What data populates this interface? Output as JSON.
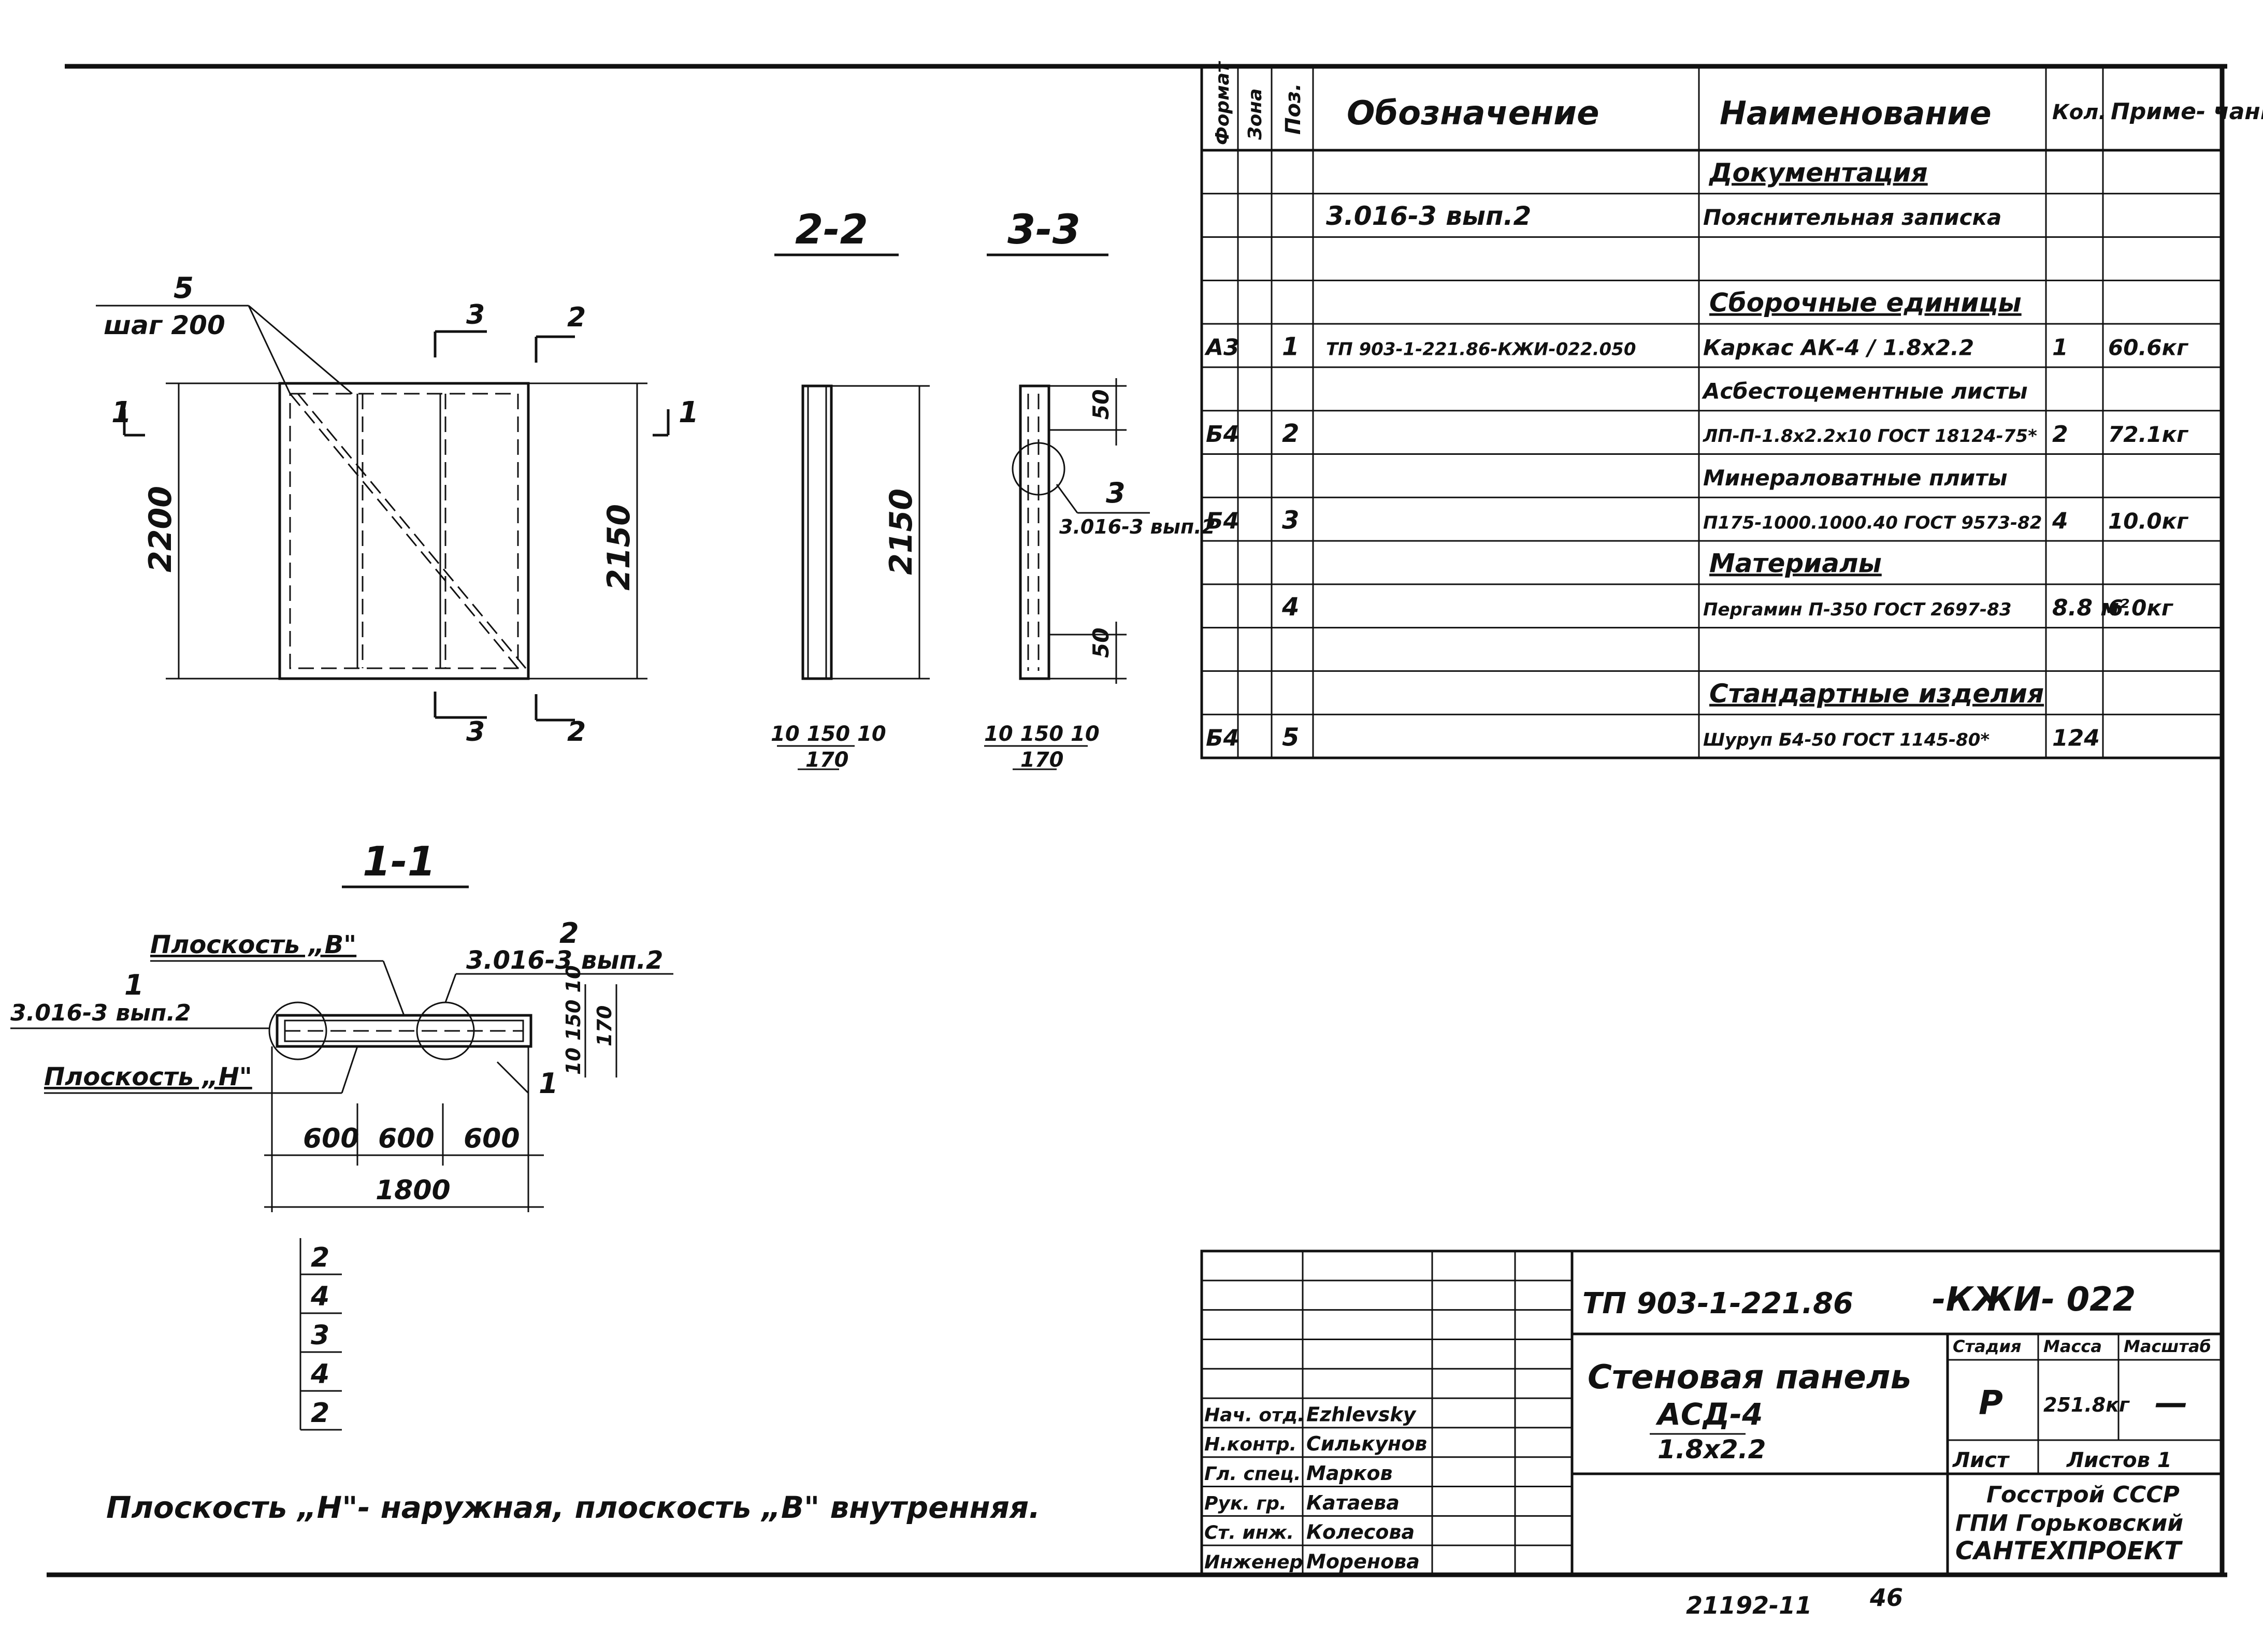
{
  "sections": {
    "s22": "2-2",
    "s33": "3-3",
    "s11": "1-1"
  },
  "panel_plan": {
    "pos_label": "5",
    "step_label": "шаг 200",
    "height_total": "2200",
    "height_inner": "2150",
    "cut_1": "1",
    "cut_2": "2",
    "cut_3": "3"
  },
  "section_22": {
    "height": "2150",
    "dims_bottom": "10 150 10",
    "total": "170"
  },
  "section_33": {
    "top_dim": "50",
    "bottom_dim": "50",
    "node_label": "3",
    "node_ref": "3.016-3 вып.2",
    "dims_bottom": "10 150 10",
    "total": "170"
  },
  "section_11": {
    "plane_b": "Плоскость „В\"",
    "plane_h": "Плоскость „Н\"",
    "node_left_num": "1",
    "node_left_ref": "3.016-3 вып.2",
    "node_right_num": "2",
    "node_right_ref": "3.016-3 вып.2",
    "right_dims": "10 150 10",
    "right_total": "170",
    "marker_1": "1",
    "spans": [
      "600",
      "600",
      "600"
    ],
    "total": "1800",
    "layers": [
      "2",
      "4",
      "3",
      "4",
      "2"
    ]
  },
  "note": "Плоскость „Н\"- наружная, плоскость „В\" внутренняя.",
  "spec_table": {
    "headers": {
      "format": "Формат",
      "zone": "Зона",
      "pos": "Поз.",
      "designation": "Обозначение",
      "name": "Наименование",
      "qty": "Кол.",
      "note": "Приме- чание"
    },
    "rows": [
      {
        "format": "",
        "zone": "",
        "pos": "",
        "designation": "",
        "name": "Документация",
        "qty": "",
        "note": "",
        "heading": true
      },
      {
        "format": "",
        "zone": "",
        "pos": "",
        "designation": "3.016-3 вып.2",
        "name": "Пояснительная записка",
        "qty": "",
        "note": ""
      },
      {
        "format": "",
        "zone": "",
        "pos": "",
        "designation": "",
        "name": "",
        "qty": "",
        "note": ""
      },
      {
        "format": "",
        "zone": "",
        "pos": "",
        "designation": "",
        "name": "Сборочные единицы",
        "qty": "",
        "note": "",
        "heading": true
      },
      {
        "format": "А3",
        "zone": "",
        "pos": "1",
        "designation": "ТП 903-1-221.86-КЖИ-022.050",
        "name": "Каркас АК-4 / 1.8х2.2",
        "qty": "1",
        "note": "60.6кг"
      },
      {
        "format": "",
        "zone": "",
        "pos": "",
        "designation": "",
        "name": "Асбестоцементные листы",
        "qty": "",
        "note": ""
      },
      {
        "format": "Б4",
        "zone": "",
        "pos": "2",
        "designation": "",
        "name": "ЛП-П-1.8х2.2х10 ГОСТ 18124-75*",
        "qty": "2",
        "note": "72.1кг"
      },
      {
        "format": "",
        "zone": "",
        "pos": "",
        "designation": "",
        "name": "Минераловатные плиты",
        "qty": "",
        "note": ""
      },
      {
        "format": "Б4",
        "zone": "",
        "pos": "3",
        "designation": "",
        "name": "П175-1000.1000.40 ГОСТ 9573-82",
        "qty": "4",
        "note": "10.0кг"
      },
      {
        "format": "",
        "zone": "",
        "pos": "",
        "designation": "",
        "name": "Материалы",
        "qty": "",
        "note": "",
        "heading": true
      },
      {
        "format": "",
        "zone": "",
        "pos": "4",
        "designation": "",
        "name": "Пергамин П-350 ГОСТ 2697-83",
        "qty": "8.8 м²",
        "note": "6.0кг"
      },
      {
        "format": "",
        "zone": "",
        "pos": "",
        "designation": "",
        "name": "",
        "qty": "",
        "note": ""
      },
      {
        "format": "",
        "zone": "",
        "pos": "",
        "designation": "",
        "name": "Стандартные изделия",
        "qty": "",
        "note": "",
        "heading": true
      },
      {
        "format": "Б4",
        "zone": "",
        "pos": "5",
        "designation": "",
        "name": "Шуруп Б4-50 ГОСТ 1145-80*",
        "qty": "124",
        "note": ""
      }
    ]
  },
  "title_block": {
    "code_left": "ТП 903-1-221.86",
    "code_right": "-КЖИ- 022",
    "title_line1": "Стеновая панель",
    "title_line2": "АСД-4",
    "title_line3": "1.8х2.2",
    "stage_label": "Стадия",
    "mass_label": "Масса",
    "scale_label": "Масштаб",
    "stage": "Р",
    "mass": "251.8кг",
    "scale": "—",
    "sheet_label": "Лист",
    "sheets_label": "Листов 1",
    "org1": "Госстрой СССР",
    "org2": "ГПИ Горьковский",
    "org3": "САНТЕХПРОЕКТ",
    "roles": [
      {
        "role": "Нач. отд.",
        "name": "Ezhlevsky"
      },
      {
        "role": "Н.контр.",
        "name": "Силькунов"
      },
      {
        "role": "Гл. спец.",
        "name": "Марков"
      },
      {
        "role": "Рук. гр.",
        "name": "Катаева"
      },
      {
        "role": "Ст. инж.",
        "name": "Колесова"
      },
      {
        "role": "Инженер",
        "name": "Моренова"
      }
    ]
  },
  "footer": {
    "order": "21192-11",
    "page": "46"
  }
}
